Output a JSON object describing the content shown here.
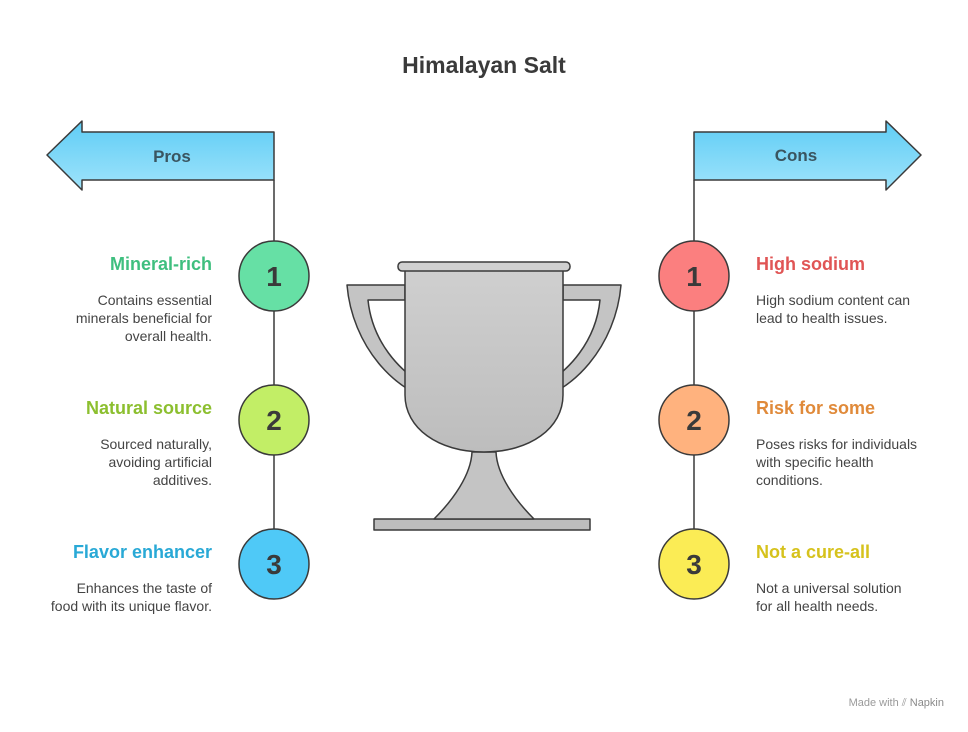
{
  "title": "Himalayan Salt",
  "pros": {
    "label": "Pros",
    "items": [
      {
        "number": "1",
        "title": "Mineral-rich",
        "description": "Contains essential minerals beneficial for overall health.",
        "title_color": "#3fbf7f",
        "fill": "#66e0a5"
      },
      {
        "number": "2",
        "title": "Natural source",
        "description": "Sourced naturally, avoiding artificial additives.",
        "title_color": "#8cbf2f",
        "fill": "#c2ee66"
      },
      {
        "number": "3",
        "title": "Flavor enhancer",
        "description": "Enhances the taste of food with its unique flavor.",
        "title_color": "#29a9d6",
        "fill": "#4fc9f7"
      }
    ]
  },
  "cons": {
    "label": "Cons",
    "items": [
      {
        "number": "1",
        "title": "High sodium",
        "description": "High sodium content can lead to health issues.",
        "title_color": "#e05555",
        "fill": "#fb7f7f"
      },
      {
        "number": "2",
        "title": "Risk for some",
        "description": "Poses risks for individuals with specific health conditions.",
        "title_color": "#e08a3a",
        "fill": "#ffb27e"
      },
      {
        "number": "3",
        "title": "Not a cure-all",
        "description": "Not a universal solution for all health needs.",
        "title_color": "#d6c21c",
        "fill": "#fbec55"
      }
    ]
  },
  "colors": {
    "arrow_fill": "#5fcdf5",
    "stroke": "#3a3a3a",
    "trophy": "#c4c4c4"
  },
  "footer": {
    "made_with": "Made with",
    "brand": "Napkin"
  }
}
